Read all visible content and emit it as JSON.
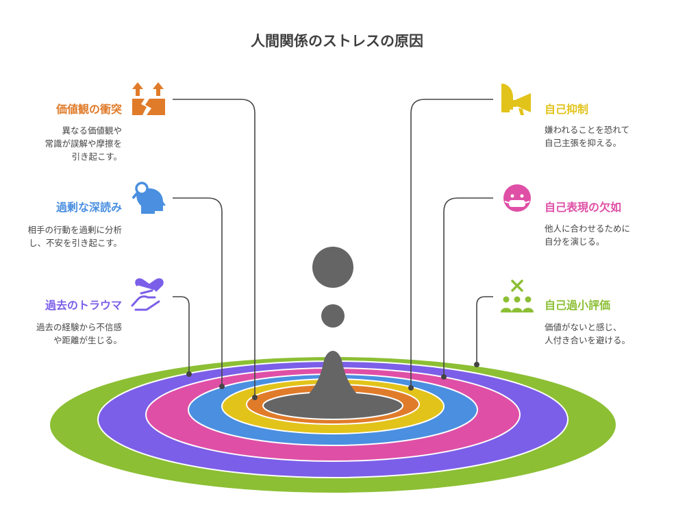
{
  "title": "人間関係のストレスの原因",
  "colors": {
    "orange": "#e07b2a",
    "blue": "#4a8fe0",
    "purple": "#7b5fe8",
    "yellow": "#e2c31a",
    "pink": "#df4fa6",
    "green": "#8cbf34",
    "gray": "#656565"
  },
  "left_items": [
    {
      "label": "価値観の衝突",
      "desc_lines": [
        "異なる価値観や",
        "常識が誤解や摩擦を",
        "引き起こす。"
      ],
      "icon": "arrows-crack-icon"
    },
    {
      "label": "過剰な深読み",
      "desc_lines": [
        "相手の行動を過剰に分析",
        "し、不安を引き起こす。"
      ],
      "icon": "head-magnifier-icon"
    },
    {
      "label": "過去のトラウマ",
      "desc_lines": [
        "過去の経験から不信感",
        "や距離が生じる。"
      ],
      "icon": "hand-heart-icon"
    }
  ],
  "right_items": [
    {
      "label": "自己抑制",
      "desc_lines": [
        "嫌われることを恐れて",
        "自己主張を抑える。"
      ],
      "icon": "face-megaphone-icon"
    },
    {
      "label": "自己表現の欠如",
      "desc_lines": [
        "他人に合わせるために",
        "自分を演じる。"
      ],
      "icon": "masked-face-icon"
    },
    {
      "label": "自己過小評価",
      "desc_lines": [
        "価値がないと感じ、",
        "人付き合いを避ける。"
      ],
      "icon": "group-x-icon"
    }
  ]
}
